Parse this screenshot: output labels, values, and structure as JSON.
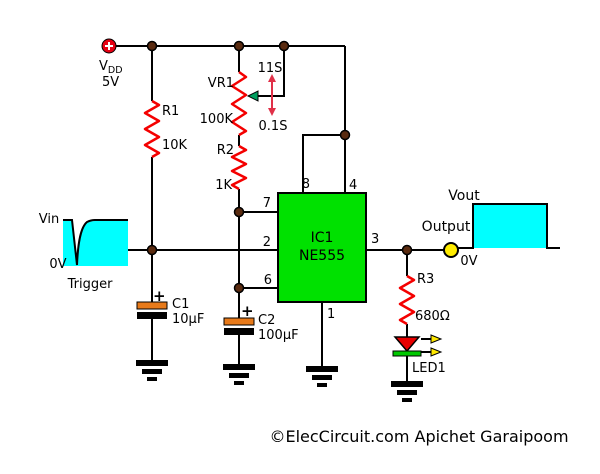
{
  "credit": "©ElecCircuit.com Apichet Garaipoom",
  "power": {
    "v": "V",
    "sub": "DD",
    "voltage": "5V"
  },
  "components": {
    "r1": {
      "ref": "R1",
      "value": "10K"
    },
    "vr1": {
      "ref": "VR1",
      "value": "100K"
    },
    "r2": {
      "ref": "R2",
      "value": "1K"
    },
    "r3": {
      "ref": "R3",
      "value": "680Ω"
    },
    "c1": {
      "ref": "C1",
      "value": "10µF",
      "polarity": "+"
    },
    "c2": {
      "ref": "C2",
      "value": "100µF",
      "polarity": "+"
    },
    "ic1": {
      "ref": "IC1",
      "part": "NE555"
    },
    "led1": {
      "ref": "LED1"
    }
  },
  "ic_pins": {
    "pin1": "1",
    "pin2": "2",
    "pin3": "3",
    "pin4": "4",
    "pin6": "6",
    "pin7": "7",
    "pin8": "8"
  },
  "timing": {
    "max": "11S",
    "min": "0.1S"
  },
  "trigger": {
    "signal": "Vin",
    "zero": "0V",
    "caption": "Trigger"
  },
  "output": {
    "signal": "Vout",
    "zero": "0V",
    "caption": "Output"
  },
  "colors": {
    "wire": "#000000",
    "resistor_red": "#f40000",
    "ic_green": "#00e100",
    "waveform_cyan": "#00ffff",
    "capacitor_orange": "#e87a1a",
    "junction_brown": "#5a2b10",
    "vdd_red": "#e60012",
    "terminal_yellow": "#ffec00",
    "led_red": "#e80000",
    "led_bar_green": "#00c800",
    "arrow_crimson": "#e03048",
    "wiper_green": "#009f5f",
    "arrow_yellow": "#ffe800"
  }
}
